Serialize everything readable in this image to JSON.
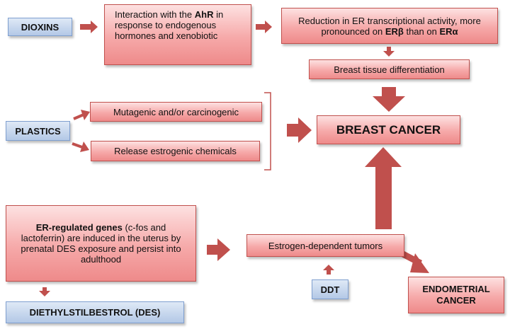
{
  "sources": {
    "dioxins": "DIOXINS",
    "plastics": "PLASTICS",
    "ddt": "DDT",
    "des": "DIETHYLSTILBESTROL (DES)"
  },
  "dioxin_path": {
    "ahr_pre": "Interaction with the ",
    "ahr_bold": "AhR",
    "ahr_post": " in response to endogenous hormones and xenobiotic",
    "er_pre": "Reduction in ER transcriptional activity, more pronounced on ",
    "er_beta": "ERβ",
    "er_mid": " than on ",
    "er_alpha": "ERα",
    "differentiation": "Breast tissue differentiation"
  },
  "plastics_path": {
    "mutagenic": "Mutagenic and/or carcinogenic",
    "release": "Release estrogenic chemicals"
  },
  "des_path": {
    "genes_bold": "ER-regulated genes",
    "genes_rest": " (c-fos and lactoferrin) are induced in the uterus by prenatal DES exposure and persist into adulthood",
    "tumors": "Estrogen-dependent tumors"
  },
  "outcomes": {
    "breast_cancer": "BREAST CANCER",
    "endometrial_line1": "ENDOMETRIAL",
    "endometrial_line2": "CANCER"
  },
  "colors": {
    "arrow": "#c0504d",
    "box_border": "#c0504d",
    "source_border": "#7f9fcf"
  }
}
